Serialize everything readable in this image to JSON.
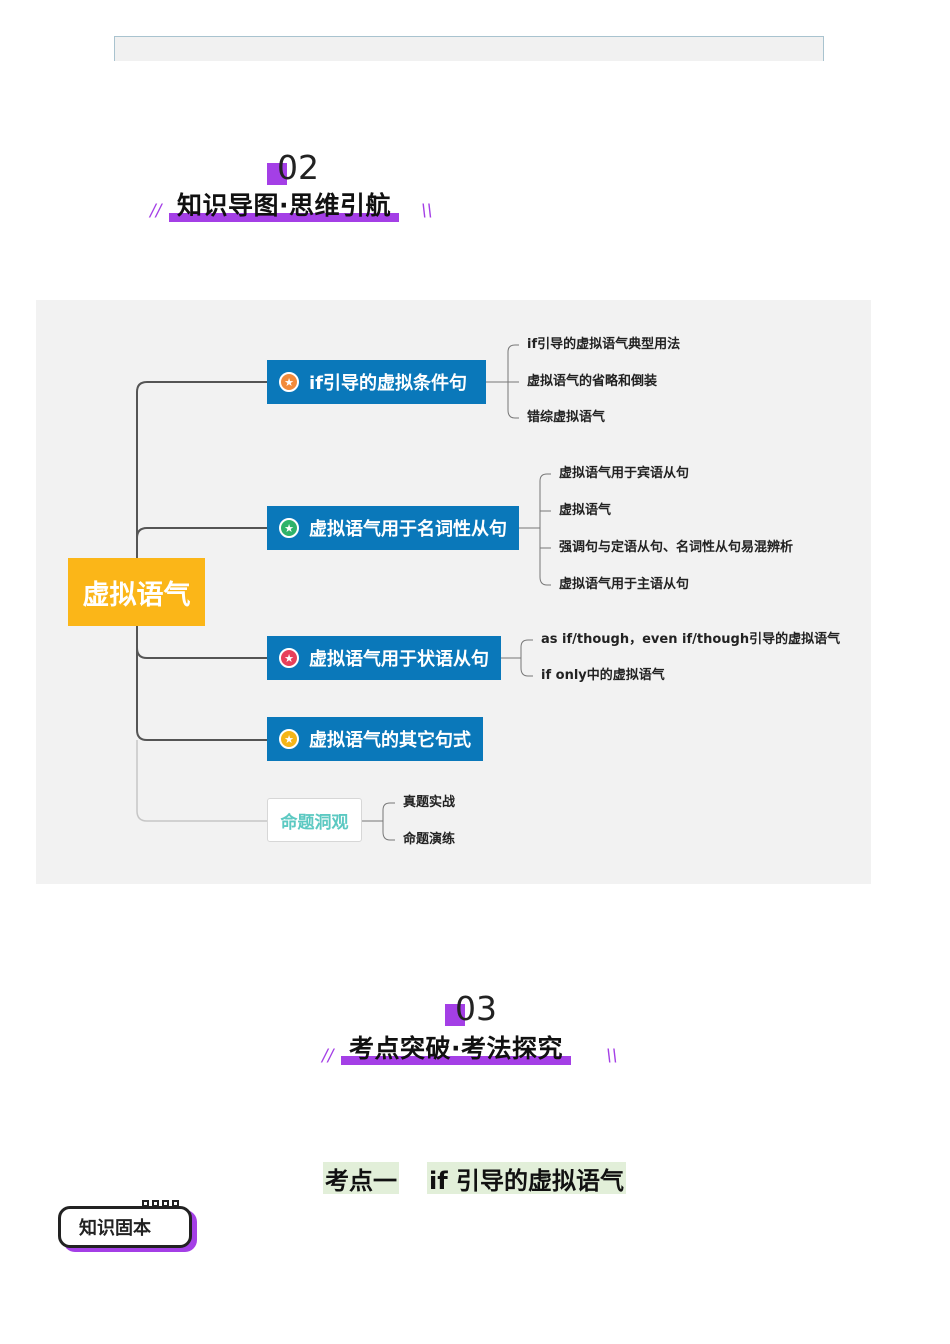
{
  "section2": {
    "number": "02",
    "title": "知识导图·思维引航",
    "slash_left": "//",
    "slash_right": "\\\\"
  },
  "mindmap": {
    "root": "虚拟语气",
    "branches": [
      {
        "label": "if引导的虚拟条件句",
        "icon": "★",
        "icon_color": "#f28a3a",
        "leaves": [
          "if引导的虚拟语气典型用法",
          "虚拟语气的省略和倒装",
          "错综虚拟语气"
        ]
      },
      {
        "label": "虚拟语气用于名词性从句",
        "icon": "★",
        "icon_color": "#2fb36a",
        "leaves": [
          "虚拟语气用于宾语从句",
          "虚拟语气",
          "强调句与定语从句、名词性从句易混辨析",
          "虚拟语气用于主语从句"
        ]
      },
      {
        "label": "虚拟语气用于状语从句",
        "icon": "★",
        "icon_color": "#e8405a",
        "leaves": [
          "as if/though，even if/though引导的虚拟语气",
          "if only中的虚拟语气"
        ]
      },
      {
        "label": "虚拟语气的其它句式",
        "icon": "★",
        "icon_color": "#f5b519",
        "leaves": []
      }
    ],
    "exam": {
      "label": "命题洞观",
      "leaves": [
        "真题实战",
        "命题演练"
      ]
    },
    "colors": {
      "root": "#fbb618",
      "branch": "#0a78ba",
      "exam_text": "#5cc9c2"
    }
  },
  "section3": {
    "number": "03",
    "title": "考点突破·考法探究",
    "slash_left": "//",
    "slash_right": "\\\\"
  },
  "kaodian": {
    "prefix": "考点一",
    "title": "if 引导的虚拟语气"
  },
  "badge": {
    "label": "知识固本"
  },
  "accent_color": "#a43fe6"
}
